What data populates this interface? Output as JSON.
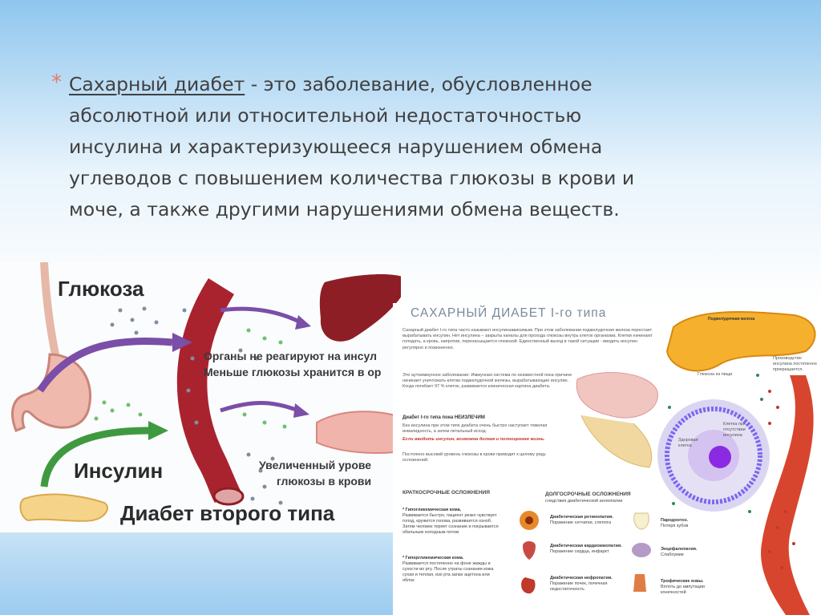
{
  "definition": {
    "bullet": "*",
    "term": "Сахарный диабет",
    "lines": [
      " - это заболевание, обусловленное",
      "абсолютной или относительной недостаточностью",
      "инсулина и характеризующееся нарушением обмена",
      "углеводов с повышением количества глюкозы в крови и",
      "моче, а также другими нарушениями обмена веществ."
    ]
  },
  "left_figure": {
    "glucose": "Глюкоза",
    "organs_line1": "Органы не реагируют на инсул",
    "organs_line2": "Меньше глюкозы хранится в ор",
    "elevated_line1": "Увеличенный урове",
    "elevated_line2": "глюкозы в крови",
    "insulin": "Инсулин",
    "title": "Диабет второго типа"
  },
  "right_figure": {
    "title": "САХАРНЫЙ ДИАБЕТ I-го типа",
    "intro": "Сахарный диабет I-го типа часто называют инсулинзависимым. При этом заболевании поджелудочная железа перестает вырабатывать инсулин. Нет инсулина – закрыты каналы для прохода глюкозы внутрь клеток организма. Клетки начинают голодать, а кровь, напротив, перенасыщается глюкозой. Единственный выход в такой ситуации - вводить инсулин регулярно и пожизненно.",
    "autoimmune": "Это аутоиммунное заболевание: Иммунная система по неизвестной пока причине начинает уничтожать клетки поджелудочной железы, вырабатывающие инсулин. Когда погибает 97 % клеток, развивается клиническая картина диабета.",
    "incurable_title": "Диабет I-го типа пока НЕИЗЛЕЧИМ",
    "incurable_text": "Без инсулина при этом типе диабета очень быстро наступает тяжелая инвалидность, а затем летальный исход.",
    "insulin_note": "Если вводить инсулин, возможна долгая и полноценная жизнь.",
    "constant_note": "Постоянно высокий уровень глюкозы в крови приводит к целому ряду осложнений.",
    "pancreas_label": "Поджелудочная железа",
    "production_label": "Производство инсулина постепенно прекращается.",
    "glucose_food_label": "Глюкоза из пищи",
    "cell_label1": "Клетка при отсутствии инсулина",
    "cell_label2": "Здоровая клетка",
    "short_title": "КРАТКОСРОЧНЫЕ ОСЛОЖНЕНИЯ",
    "short_items": [
      {
        "name": "* Гипогликемическая кома.",
        "text": "Развивается быстро, пациент резко чувствует голод, кружится голова, развивается озноб. Затем человек теряет сознание и покрывается обильным холодным потом"
      },
      {
        "name": "* Гипергликемическая кома.",
        "text": "Развивается постепенно на фоне жажды и сухости во рту. После утраты сознания кожа сухая и теплая, изо рта запах ацетона или яблок"
      }
    ],
    "long_title": "ДОЛГОСРОЧНЫЕ ОСЛОЖНЕНИЯ",
    "long_subtitle": "следствия диабетической ангиопатии",
    "long_items": [
      {
        "name": "Диабетическая ретинопатия.",
        "text": "Поражение сетчатки, слепота"
      },
      {
        "name": "Диабетическая кардиомиопатия.",
        "text": "Поражение сердца, инфаркт"
      },
      {
        "name": "Диабетическая нефропатия.",
        "text": "Поражение почек, почечная недостаточность"
      },
      {
        "name": "Пародонтоз.",
        "text": "Потеря зубов"
      },
      {
        "name": "Энцефалопатия.",
        "text": "Слабоумие"
      },
      {
        "name": "Трофические язвы.",
        "text": "Вплоть до ампутации конечностей"
      }
    ]
  },
  "colors": {
    "bullet": "#e07b6a",
    "body_text": "#404040",
    "arrow_purple": "#7b4ea8",
    "arrow_green": "#3f9a3f",
    "vessel": "#9e1f2b",
    "liver": "#8e1e26",
    "right_title": "#7a8a9a"
  }
}
